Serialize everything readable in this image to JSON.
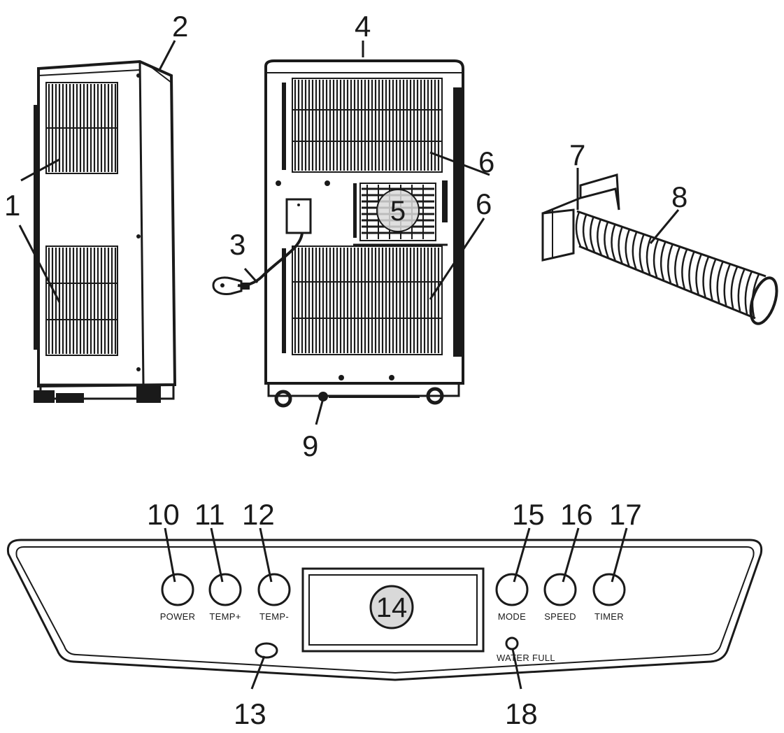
{
  "diagram": {
    "callouts": {
      "c1": "1",
      "c2": "2",
      "c3": "3",
      "c4": "4",
      "c5": "5",
      "c6": "6",
      "c7": "7",
      "c8": "8",
      "c9": "9",
      "c10": "10",
      "c11": "11",
      "c12": "12",
      "c13": "13",
      "c14": "14",
      "c15": "15",
      "c16": "16",
      "c17": "17",
      "c18": "18"
    },
    "panel_labels": {
      "power": "POWER",
      "temp_plus": "TEMP+",
      "temp_minus": "TEMP-",
      "mode": "MODE",
      "speed": "SPEED",
      "timer": "TIMER",
      "water_full": "WATER FULL"
    },
    "colors": {
      "line": "#1a1a1a",
      "highlight_fill": "#d9d9d9",
      "background": "#ffffff"
    }
  }
}
